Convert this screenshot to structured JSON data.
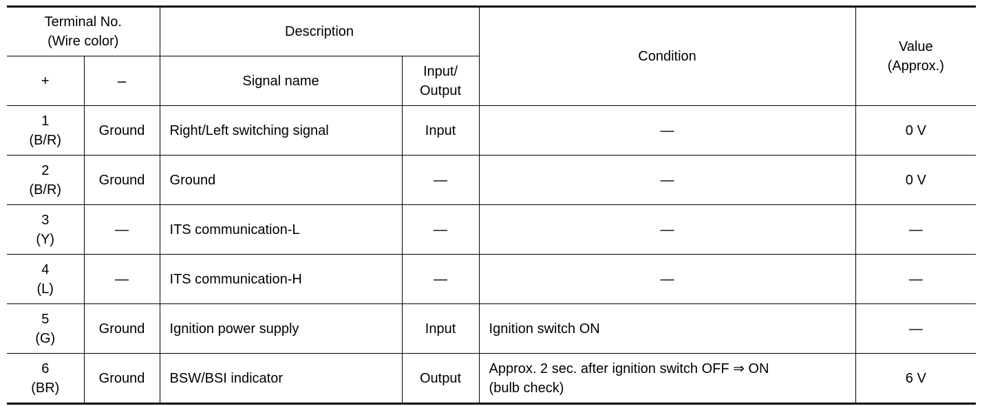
{
  "headers": {
    "terminal_line1": "Terminal No.",
    "terminal_line2": "(Wire color)",
    "description": "Description",
    "condition": "Condition",
    "value_line1": "Value",
    "value_line2": "(Approx.)",
    "plus": "+",
    "minus": "–",
    "signal_name": "Signal name",
    "io_line1": "Input/",
    "io_line2": "Output"
  },
  "rows": [
    {
      "terminal": "1",
      "wire": "(B/R)",
      "minus": "Ground",
      "signal": "Right/Left switching signal",
      "io": "Input",
      "condition": "—",
      "condition2": "",
      "value": "0 V"
    },
    {
      "terminal": "2",
      "wire": "(B/R)",
      "minus": "Ground",
      "signal": "Ground",
      "io": "—",
      "condition": "—",
      "condition2": "",
      "value": "0 V"
    },
    {
      "terminal": "3",
      "wire": "(Y)",
      "minus": "—",
      "signal": "ITS communication-L",
      "io": "—",
      "condition": "—",
      "condition2": "",
      "value": "—"
    },
    {
      "terminal": "4",
      "wire": "(L)",
      "minus": "—",
      "signal": "ITS communication-H",
      "io": "—",
      "condition": "—",
      "condition2": "",
      "value": "—"
    },
    {
      "terminal": "5",
      "wire": "(G)",
      "minus": "Ground",
      "signal": "Ignition power supply",
      "io": "Input",
      "condition": "Ignition switch ON",
      "condition2": "",
      "value": "—"
    },
    {
      "terminal": "6",
      "wire": "(BR)",
      "minus": "Ground",
      "signal": "BSW/BSI indicator",
      "io": "Output",
      "condition": "Approx. 2 sec. after ignition switch OFF ⇒ ON",
      "condition2": "(bulb check)",
      "value": "6 V"
    }
  ]
}
